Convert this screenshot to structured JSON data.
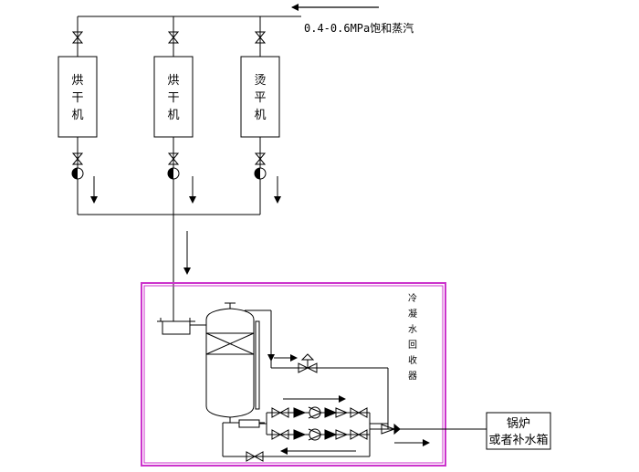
{
  "steam_label": "0.4-0.6MPa饱和蒸汽",
  "machines": [
    {
      "chars": [
        "烘",
        "干",
        "机"
      ]
    },
    {
      "chars": [
        "烘",
        "干",
        "机"
      ]
    },
    {
      "chars": [
        "烫",
        "平",
        "机"
      ]
    }
  ],
  "recovery_unit_label": [
    "冷",
    "凝",
    "水",
    "回",
    "收",
    "器"
  ],
  "boiler_label": [
    "锅炉",
    "或者补水箱"
  ],
  "colors": {
    "line": "#000000",
    "recovery_frame": "#cc33cc",
    "background": "#ffffff"
  }
}
